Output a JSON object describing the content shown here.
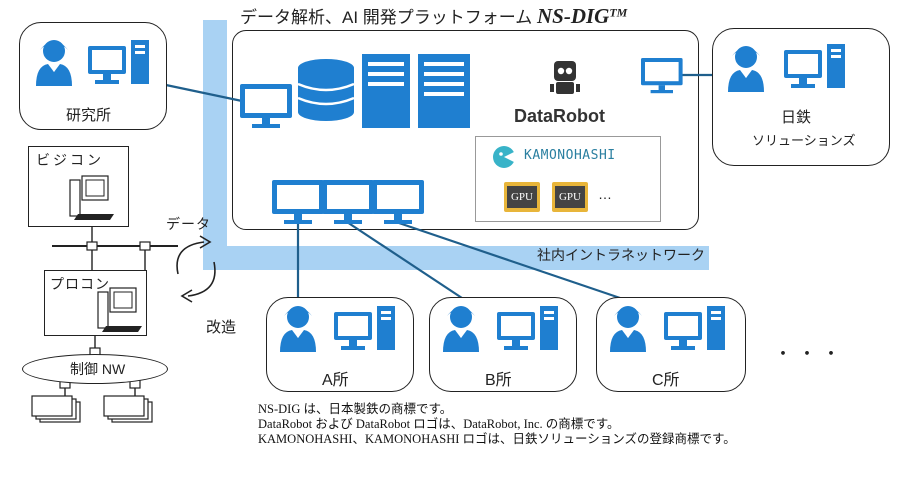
{
  "platform": {
    "title_prefix": "データ解析、AI 開発プラットフォーム ",
    "title_name": "NS-DIG",
    "title_tm": "TM"
  },
  "nodes": {
    "research": "研究所",
    "nittetsu_line1": "日鉄",
    "nittetsu_line2": "ソリューションズ",
    "business_computer": "ビジコン",
    "process_computer": "プロコン",
    "control_network": "制御 NW",
    "site_a": "A所",
    "site_b": "B所",
    "site_c": "C所",
    "more_sites": "・・・"
  },
  "network": {
    "intranet_label": "社内イントラネットワーク",
    "data_label": "データ",
    "improve_label": "改造"
  },
  "brands": {
    "datarobot": "DataRobot",
    "kamonohashi": "KAMONOHASHI",
    "gpu1": "GPU",
    "gpu2": "GPU",
    "gpu_more": "…"
  },
  "notes": [
    "NS-DIG は、日本製鉄の商標です。",
    "DataRobot および DataRobot ロゴは、DataRobot, Inc. の商標です。",
    "KAMONOHASHI、KAMONOHASHI ロゴは、日鉄ソリューションズの登録商標です。"
  ],
  "colors": {
    "accent_blue": "#1f7fd0",
    "network_band": "#a9d2f3",
    "link_line": "#1f5f8c",
    "gpu_gold": "#e8b53a"
  }
}
